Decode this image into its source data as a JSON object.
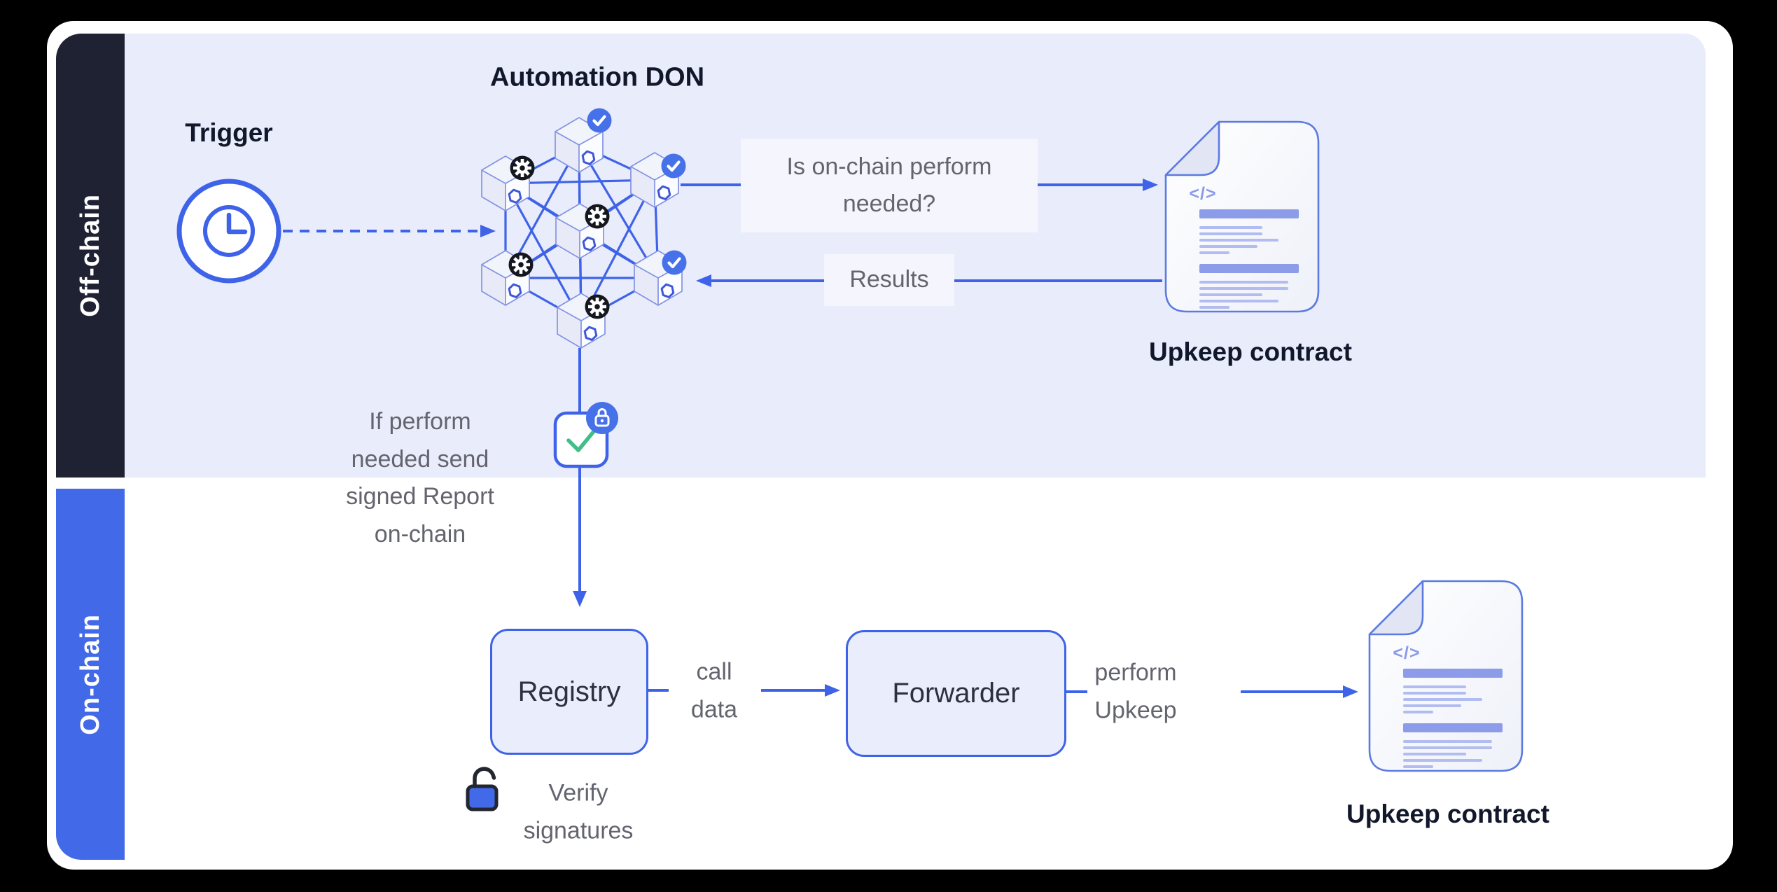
{
  "sidebar": {
    "offchain_label": "Off-chain",
    "onchain_label": "On-chain"
  },
  "offchain": {
    "trigger_label": "Trigger",
    "don_title": "Automation DON",
    "question": {
      "lines": [
        "Is on-chain perform",
        "needed?"
      ]
    },
    "results_label": "Results",
    "upkeep_contract_label": "Upkeep contract",
    "doc_code_glyph": "</>",
    "report_note": {
      "lines": [
        "If perform",
        "needed send",
        "signed Report",
        "on-chain"
      ]
    }
  },
  "onchain": {
    "registry_label": "Registry",
    "call_data": {
      "lines": [
        "call",
        "data"
      ]
    },
    "forwarder_label": "Forwarder",
    "perform_upkeep": {
      "lines": [
        "perform",
        "Upkeep"
      ]
    },
    "verify": {
      "lines": [
        "Verify",
        "signatures"
      ]
    },
    "upkeep_contract_label": "Upkeep contract",
    "doc_code_glyph": "</>"
  },
  "colors": {
    "accent_blue": "#3f63e8",
    "sidebar_dark": "#1e2233",
    "sidebar_blue": "#4169e8",
    "offchain_bg": "#e9ecfa",
    "badge_blue": "#4671e8",
    "gear_black": "#15171e",
    "check_green": "#3fbe8a",
    "heading_text": "#12182b",
    "body_text": "#63646e"
  }
}
